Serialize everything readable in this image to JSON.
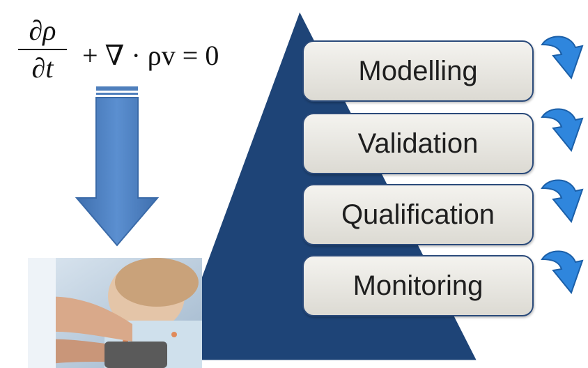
{
  "equation": {
    "numerator": "∂ρ",
    "denominator": "∂t",
    "rest": "+ ∇ · ρv = 0"
  },
  "stages": [
    {
      "label": "Modelling"
    },
    {
      "label": "Validation"
    },
    {
      "label": "Qualification"
    },
    {
      "label": "Monitoring"
    }
  ],
  "icons": {
    "down_arrow": "down-arrow-icon",
    "stage_arrow": "curved-arrow-icon"
  },
  "colors": {
    "pyramid": "#1e4477",
    "stage_border": "#2a4a7a",
    "arrow": "#4f81bd",
    "curve_arrow": "#2f86dd"
  }
}
